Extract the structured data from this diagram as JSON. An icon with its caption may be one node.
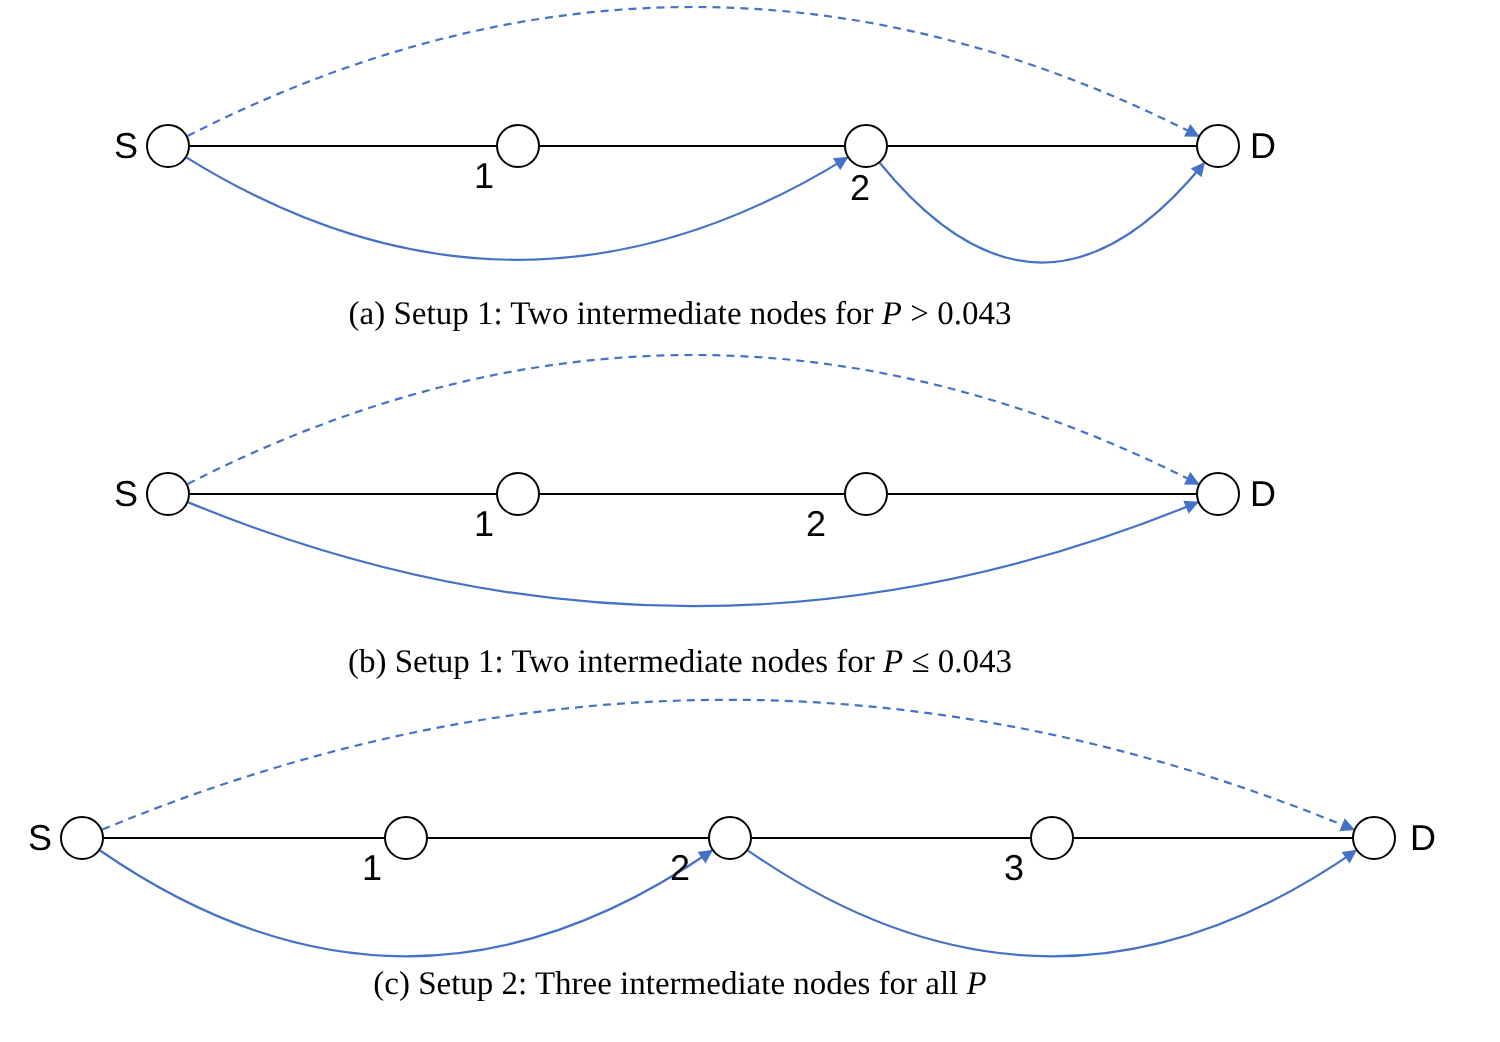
{
  "diagram": {
    "nodes": [
      {
        "text": [],
        "shape": "circle",
        "beside": [
          "S"
        ]
      },
      {
        "text": [],
        "shape": "circle",
        "beside": [
          "1"
        ]
      },
      {
        "text": [],
        "shape": "circle",
        "beside": [
          "2"
        ]
      },
      {
        "text": [],
        "shape": "circle",
        "beside": [
          "D"
        ]
      },
      {
        "text": [],
        "shape": "circle",
        "beside": [
          "S"
        ]
      },
      {
        "text": [],
        "shape": "circle",
        "beside": [
          "1"
        ]
      },
      {
        "text": [],
        "shape": "circle",
        "beside": [
          "2"
        ]
      },
      {
        "text": [],
        "shape": "circle",
        "beside": [
          "D"
        ]
      },
      {
        "text": [],
        "shape": "circle",
        "beside": [
          "S"
        ]
      },
      {
        "text": [],
        "shape": "circle",
        "beside": [
          "1"
        ]
      },
      {
        "text": [],
        "shape": "circle",
        "beside": [
          "2"
        ]
      },
      {
        "text": [],
        "shape": "circle",
        "beside": [
          "3"
        ]
      },
      {
        "text": [],
        "shape": "circle",
        "beside": [
          "D"
        ]
      }
    ],
    "edges": [
      {
        "from": 0,
        "to": 1,
        "arrow": "none"
      },
      {
        "from": 1,
        "to": 2,
        "arrow": "none"
      },
      {
        "from": 2,
        "to": 3,
        "arrow": "none"
      },
      {
        "from": 0,
        "to": 3,
        "arrow": "to",
        "style": "dashed",
        "color": "#4472c4"
      },
      {
        "from": 0,
        "to": 2,
        "arrow": "to",
        "color": "#4472c4"
      },
      {
        "from": 2,
        "to": 3,
        "arrow": "to",
        "color": "#4472c4"
      },
      {
        "from": 4,
        "to": 5,
        "arrow": "none"
      },
      {
        "from": 5,
        "to": 6,
        "arrow": "none"
      },
      {
        "from": 6,
        "to": 7,
        "arrow": "none"
      },
      {
        "from": 4,
        "to": 7,
        "arrow": "to",
        "style": "dashed",
        "color": "#4472c4"
      },
      {
        "from": 4,
        "to": 7,
        "arrow": "to",
        "color": "#4472c4"
      },
      {
        "from": 8,
        "to": 9,
        "arrow": "none"
      },
      {
        "from": 9,
        "to": 10,
        "arrow": "none"
      },
      {
        "from": 10,
        "to": 11,
        "arrow": "none"
      },
      {
        "from": 11,
        "to": 12,
        "arrow": "none"
      },
      {
        "from": 8,
        "to": 12,
        "arrow": "to",
        "style": "dashed",
        "color": "#4472c4"
      },
      {
        "from": 8,
        "to": 10,
        "arrow": "to",
        "color": "#4472c4"
      },
      {
        "from": 10,
        "to": 12,
        "arrow": "to",
        "color": "#4472c4"
      }
    ],
    "labels": [
      "(a) Setup 1: Two intermediate nodes for *P* > 0.043",
      "(b) Setup 1: Two intermediate nodes for *P* ≤ 0.043",
      "(c) Setup 2: Three intermediate nodes for all *P*"
    ]
  }
}
